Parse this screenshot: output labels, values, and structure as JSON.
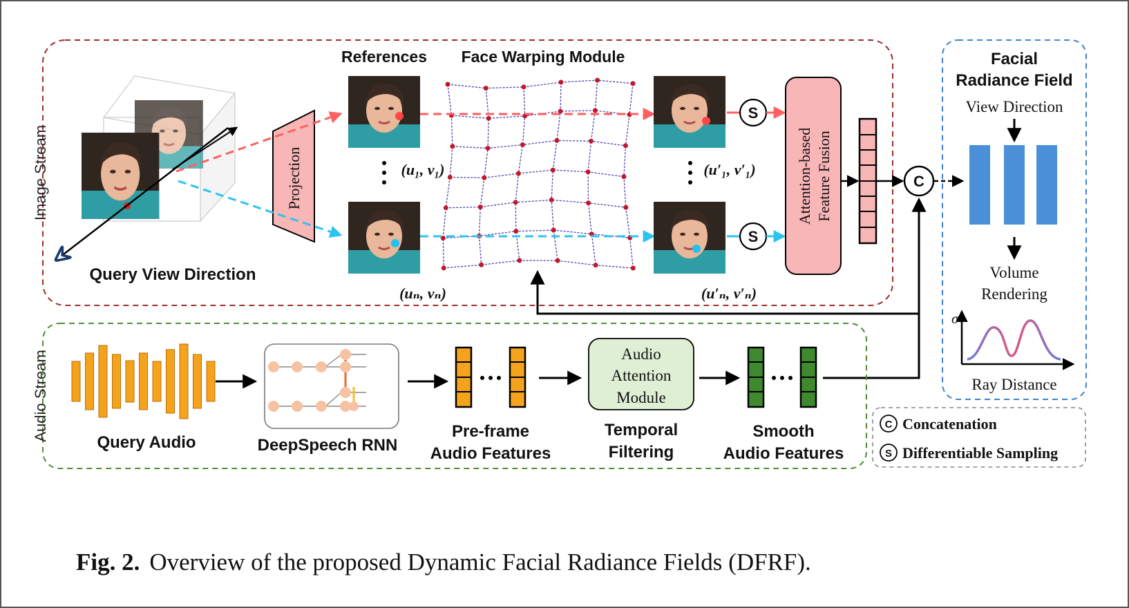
{
  "image_stream": {
    "side_label": "Image Stream",
    "query_view_direction": "Query View Direction",
    "projection": "Projection",
    "references": "References",
    "face_warping_module": "Face Warping Module",
    "coord_ref_1": "(u₁, v₁)",
    "coord_ref_n": "(uₙ, vₙ)",
    "coord_warp_1": "(u′₁, v′₁)",
    "coord_warp_n": "(u′ₙ, v′ₙ)",
    "sampling_symbol": "S",
    "fusion_line1": "Attention-based",
    "fusion_line2": "Feature Fusion"
  },
  "audio_stream": {
    "side_label": "Audio Stream",
    "query_audio": "Query Audio",
    "deepspeech": "DeepSpeech RNN",
    "preframe_line1": "Pre-frame",
    "preframe_line2": "Audio Features",
    "attention_line1": "Audio",
    "attention_line2": "Attention",
    "attention_line3": "Module",
    "temporal_line1": "Temporal",
    "temporal_line2": "Filtering",
    "smooth_line1": "Smooth",
    "smooth_line2": "Audio Features"
  },
  "concat_symbol": "C",
  "radiance_field": {
    "title_line1": "Facial",
    "title_line2": "Radiance Field",
    "view_direction": "View Direction",
    "volume_line1": "Volume",
    "volume_line2": "Rendering",
    "sigma": "σ",
    "ray_distance": "Ray Distance"
  },
  "legend": {
    "c_symbol": "C",
    "c_label": "Concatenation",
    "s_symbol": "S",
    "s_label": "Differentiable Sampling"
  },
  "caption": {
    "prefix": "Fig. 2.",
    "text": "Overview of the proposed Dynamic Facial Radiance Fields (DFRF)."
  },
  "colors": {
    "image_stream_border": "#a02a2a",
    "audio_stream_border": "#4e8c36",
    "radiance_border": "#3b82d0",
    "ray_top": "#ff5f5f",
    "ray_bottom": "#2cc3ee",
    "fusion_fill": "#f9b6b6",
    "audio_bar": "#f5a31d",
    "smooth_feature": "#3f8a2e",
    "nerf_bar": "#4a90d8",
    "attention_fill": "#dfefd4"
  }
}
